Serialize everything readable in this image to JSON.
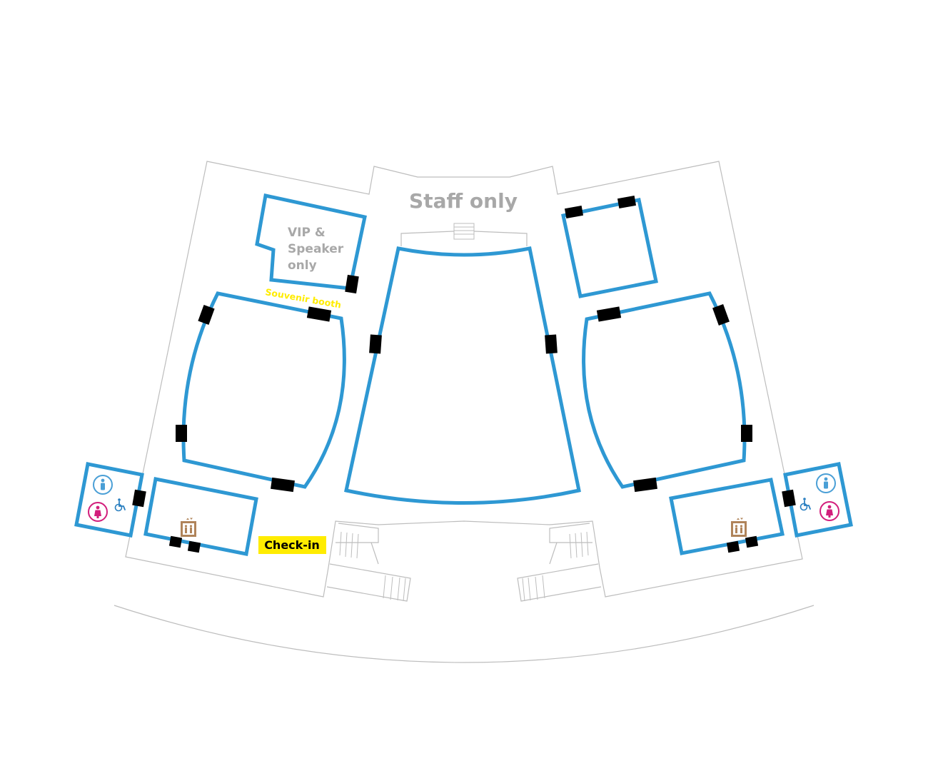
{
  "labels": {
    "staff_only": "Staff only",
    "vip_line1": "VIP &",
    "vip_line2": "Speaker",
    "vip_line3": "only",
    "souvenir_booth": "Souvenir booth",
    "check_in": "Check-in"
  },
  "colors": {
    "room_stroke": "#2e98d3",
    "door": "#000000",
    "outline": "#bdbdbd",
    "gray_text": "#a8a8a8",
    "souvenir_text": "#ffec00",
    "checkin_bg": "#ffec00",
    "male_icon": "#4a9fd6",
    "female_icon": "#d21e7c",
    "accessible_icon": "#2a7fc0",
    "elevator_icon": "#b0845a"
  },
  "icons": {
    "restroom_male": "male-restroom-icon",
    "restroom_female": "female-restroom-icon",
    "accessible": "wheelchair-icon",
    "elevator": "elevator-icon",
    "stairs": "stairs-icon"
  }
}
